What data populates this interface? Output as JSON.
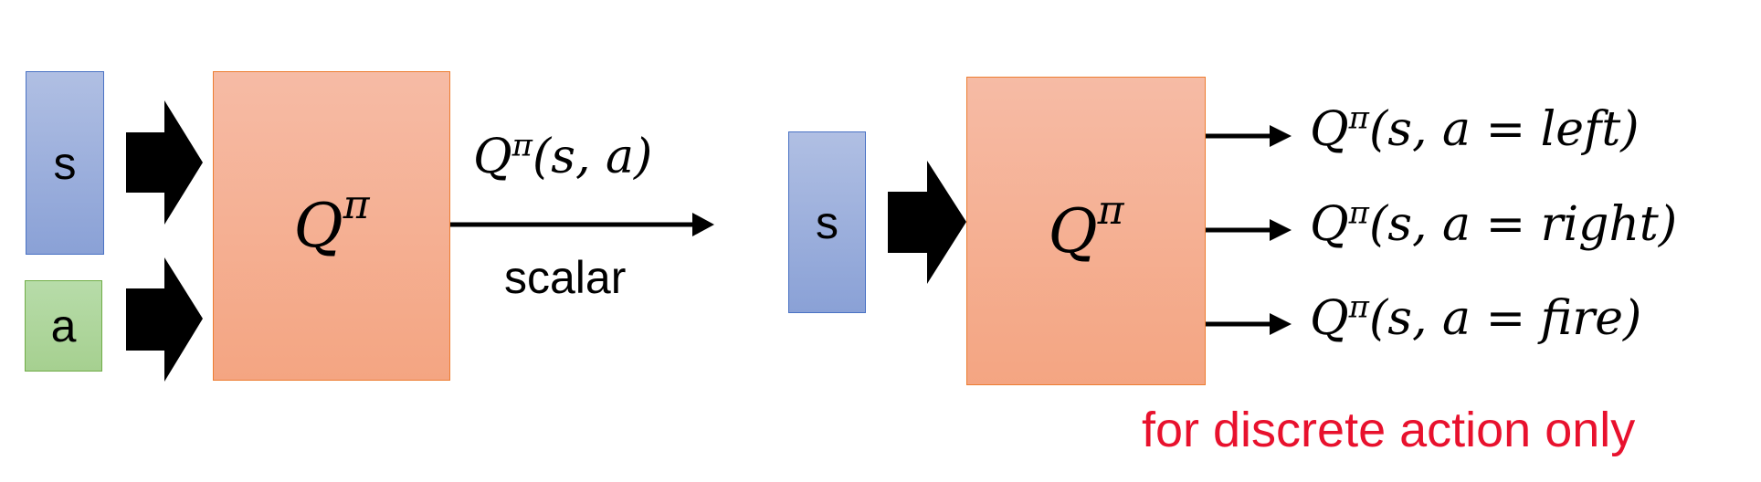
{
  "left_diagram": {
    "state_label": "s",
    "action_label": "a",
    "q_symbol": "Q",
    "q_superscript": "π",
    "output_expr": {
      "Q": "Q",
      "pi": "π",
      "args": "(s, a)"
    },
    "output_caption": "scalar"
  },
  "right_diagram": {
    "state_label": "s",
    "q_symbol": "Q",
    "q_superscript": "π",
    "outputs": [
      {
        "Q": "Q",
        "pi": "π",
        "args": "(s, a = left)"
      },
      {
        "Q": "Q",
        "pi": "π",
        "args": "(s, a = right)"
      },
      {
        "Q": "Q",
        "pi": "π",
        "args": "(s, a = fire)"
      }
    ],
    "note": "for discrete action only"
  },
  "colors": {
    "state_fill": "#98aee0",
    "state_border": "#4a72c4",
    "action_fill": "#a9d18e",
    "action_border": "#70ad47",
    "q_fill": "#f4b19a",
    "q_border": "#ed7d31",
    "arrow": "#000000",
    "note": "#e8112d"
  }
}
